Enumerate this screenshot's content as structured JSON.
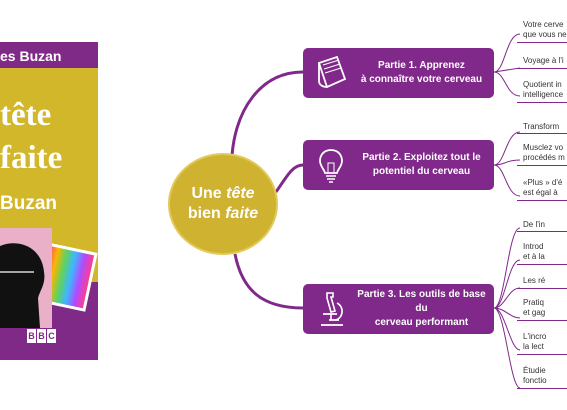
{
  "book": {
    "author_top": "es Buzan",
    "title_line1": "tête",
    "title_line2": "faite",
    "author_bottom": "Buzan",
    "logo_letters": [
      "B",
      "B",
      "C"
    ]
  },
  "colors": {
    "purple": "#81298a",
    "gold": "#cfb22f",
    "white": "#ffffff"
  },
  "center": {
    "line1_prefix": "Une ",
    "line1_italic": "tête",
    "line2_prefix": "bien ",
    "line2_italic": "faite"
  },
  "parts": [
    {
      "id": "part-1",
      "icon": "book-icon",
      "label_line1": "Partie 1. Apprenez",
      "label_line2": "à connaître votre cerveau",
      "leaves": [
        [
          "Votre cerve",
          "que vous ne"
        ],
        [
          "Voyage à l'i"
        ],
        [
          "Quotient in",
          "intelligence"
        ]
      ]
    },
    {
      "id": "part-2",
      "icon": "lightbulb-icon",
      "label_line1": "Partie 2. Exploitez tout le",
      "label_line2": "potentiel du cerveau",
      "leaves": [
        [
          "Transform"
        ],
        [
          "Musclez vo",
          "procédés m"
        ],
        [
          "«Plus » d'é",
          "est égal à"
        ]
      ]
    },
    {
      "id": "part-3",
      "icon": "microscope-icon",
      "label_line1": "Partie 3. Les outils de base du",
      "label_line2": "cerveau performant",
      "leaves": [
        [
          "De l'in"
        ],
        [
          "Introd",
          "et à la"
        ],
        [
          "Les ré"
        ],
        [
          "Pratiq",
          "et gag"
        ],
        [
          "L'incro",
          "la lect"
        ],
        [
          "Étudie",
          "fonctio"
        ]
      ]
    }
  ]
}
